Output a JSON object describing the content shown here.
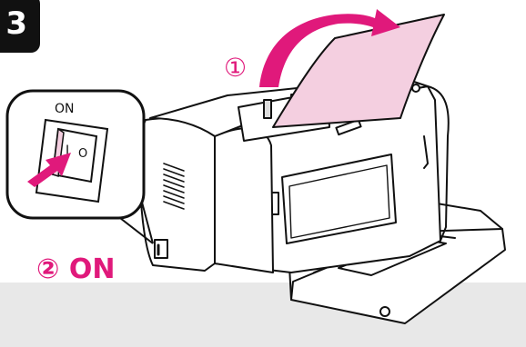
{
  "step": {
    "number": "3"
  },
  "labels": {
    "callout_1": "①",
    "callout_2": "② ON",
    "switch_on": "ON",
    "switch_i": "I",
    "switch_o": "O"
  },
  "colors": {
    "paper": "#f4cfe0",
    "arrow": "#e0197b",
    "callout": "#e0197b",
    "outline": "#111111",
    "band": "#e8e8e8"
  }
}
